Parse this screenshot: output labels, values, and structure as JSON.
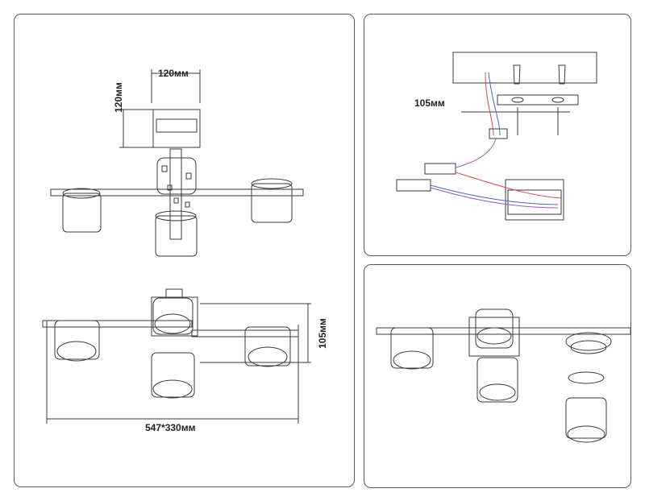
{
  "dimensions": {
    "top_width": "120мм",
    "top_height": "120мм",
    "side_height": "105мм",
    "overall": "547*330мм",
    "mount_depth": "105мм"
  },
  "colors": {
    "line": "#3a3a3a",
    "border": "#5a5a5a",
    "wire_red": "#d64a4a",
    "wire_blue": "#4a63c8",
    "wire_purple": "#9a5ab8"
  }
}
